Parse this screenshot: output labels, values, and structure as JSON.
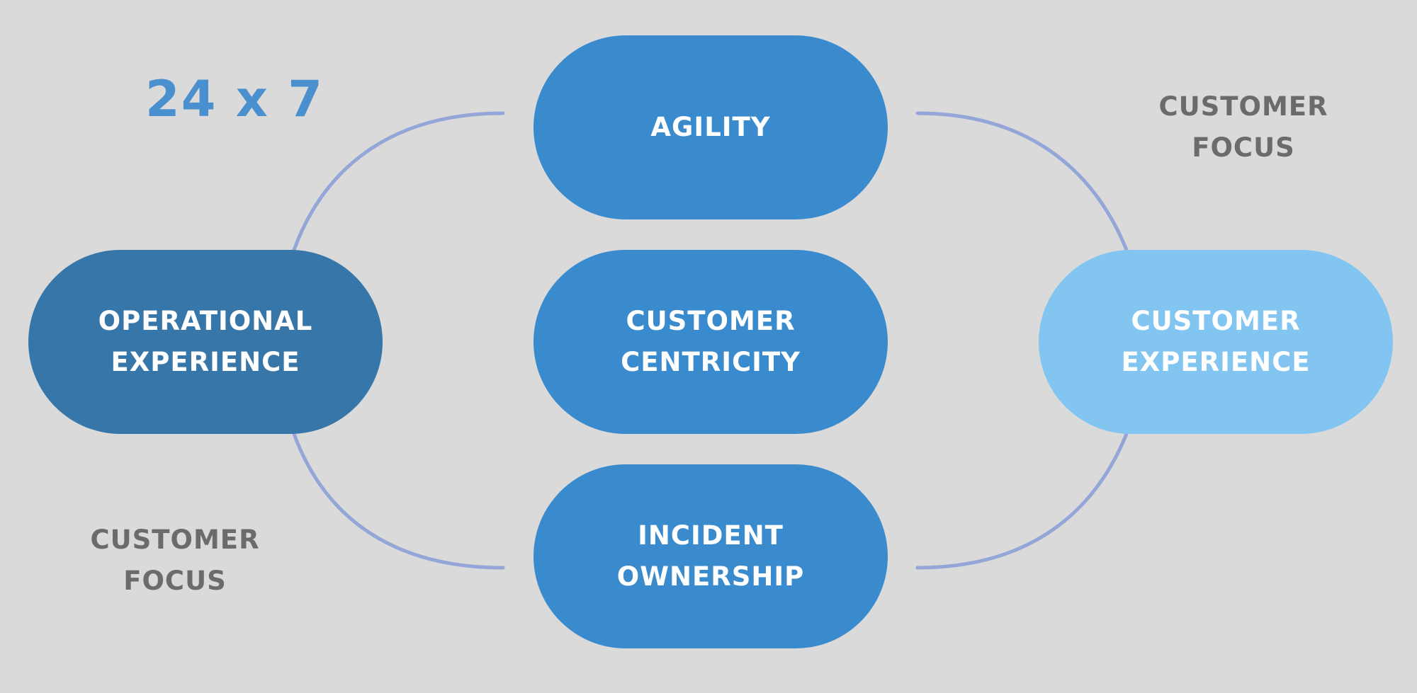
{
  "colors": {
    "background": "#dadada",
    "primary_blue": "#3a8ace",
    "dark_blue": "#3676a9",
    "light_blue": "#82c5f1",
    "connector": "#94a6d8",
    "label_grey": "#6b6b6b",
    "headline_blue": "#4a90cf",
    "pill_text": "#ffffff"
  },
  "headline": "24 x 7",
  "nodes": {
    "agility": {
      "lines": [
        "AGILITY"
      ]
    },
    "customer_centricity": {
      "lines": [
        "CUSTOMER",
        "CENTRICITY"
      ]
    },
    "incident_ownership": {
      "lines": [
        "INCIDENT",
        "OWNERSHIP"
      ]
    },
    "operational_experience": {
      "lines": [
        "OPERATIONAL",
        "EXPERIENCE"
      ]
    },
    "customer_experience": {
      "lines": [
        "CUSTOMER",
        "EXPERIENCE"
      ]
    }
  },
  "labels": {
    "customer_focus_top_right": {
      "lines": [
        "CUSTOMER",
        "FOCUS"
      ]
    },
    "customer_focus_bottom_left": {
      "lines": [
        "CUSTOMER",
        "FOCUS"
      ]
    }
  }
}
